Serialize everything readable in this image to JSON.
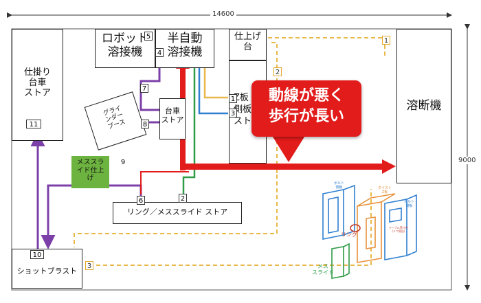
{
  "dimensions": {
    "width": "14600",
    "height": "9000"
  },
  "areas": {
    "robot_welder": "ロボット\n溶接機",
    "semi_auto_welder": "半自動\n溶接機",
    "finishing_table": "仕上げ\n台",
    "cutting_machine": "溶断機",
    "wip_cart_store": "仕掛り\n台車\nストア",
    "grinder_booth": "グライ\nンダー\nブース",
    "cart_store": "台車\nストア",
    "z_plate_store": "Z板\n側板\nストア",
    "mess_slide_finish": "メススラ\nイド仕上\nげ",
    "ring_store": "リング／メススライド ストア",
    "shot_blast": "ショットブラスト"
  },
  "callout": "動線が悪く\n歩行が長い",
  "route_numbers": {
    "n1a": "1",
    "n1b": "1",
    "n2a": "2",
    "n2b": "2",
    "n3a": "3",
    "n3b": "3",
    "n4": "4",
    "n5": "5",
    "n6": "6",
    "n7": "7",
    "n8": "8",
    "n9": "9",
    "n10": "10",
    "n11": "11"
  },
  "parts_labels": {
    "side_plate_a": "ボルト\n側板",
    "z_plate": "ダイスト\nZ板",
    "side_plate_b": "ボルト\n側板",
    "ring": "リング",
    "table_note": "テーブル受け台\n(ミニ角台)",
    "mess_slide": "メス\nスライド"
  },
  "colors": {
    "main_flow": "#e21b1b",
    "purple_route": "#7b3fa8",
    "orange_route": "#e8b84a",
    "blue_route": "#2f7fd0",
    "green_route": "#2e9b47",
    "finish_box": "#6db33f"
  }
}
